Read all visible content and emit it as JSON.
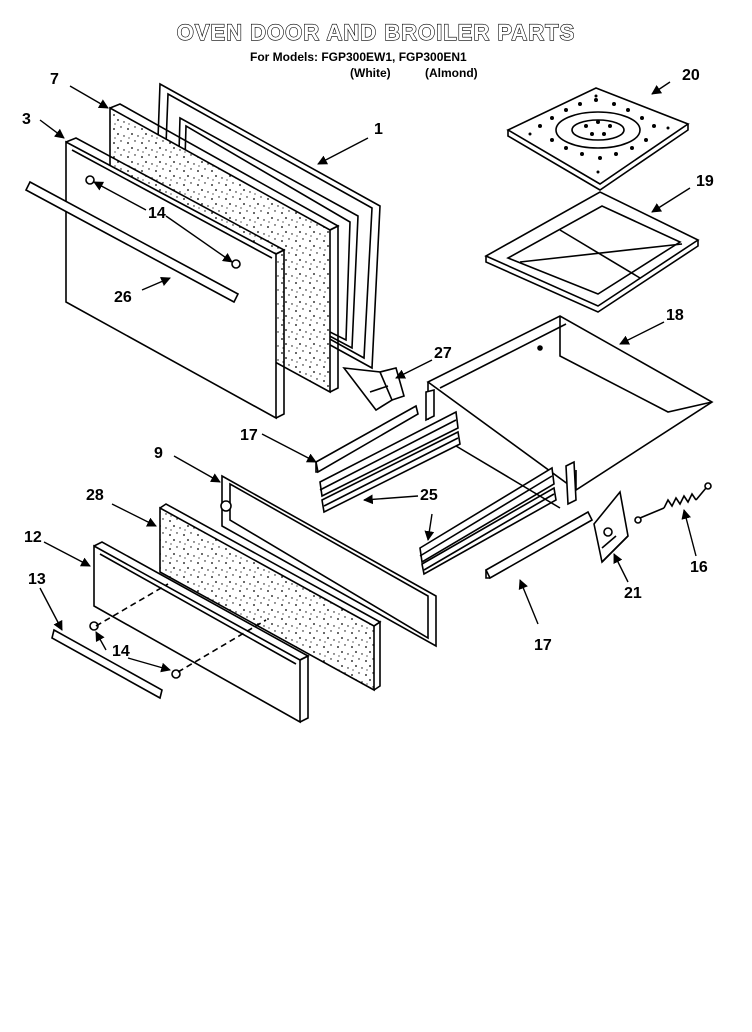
{
  "header": {
    "title": "OVEN DOOR AND BROILER PARTS",
    "models_line": "For Models: FGP300EW1, FGP300EN1",
    "variant_white": "(White)",
    "variant_almond": "(Almond)"
  },
  "callouts": {
    "c1": "1",
    "c3": "3",
    "c7": "7",
    "c9": "9",
    "c12": "12",
    "c13": "13",
    "c14a": "14",
    "c14b": "14",
    "c16": "16",
    "c17a": "17",
    "c17b": "17",
    "c18": "18",
    "c19": "19",
    "c20": "20",
    "c21": "21",
    "c25": "25",
    "c26": "26",
    "c27": "27",
    "c28": "28"
  }
}
